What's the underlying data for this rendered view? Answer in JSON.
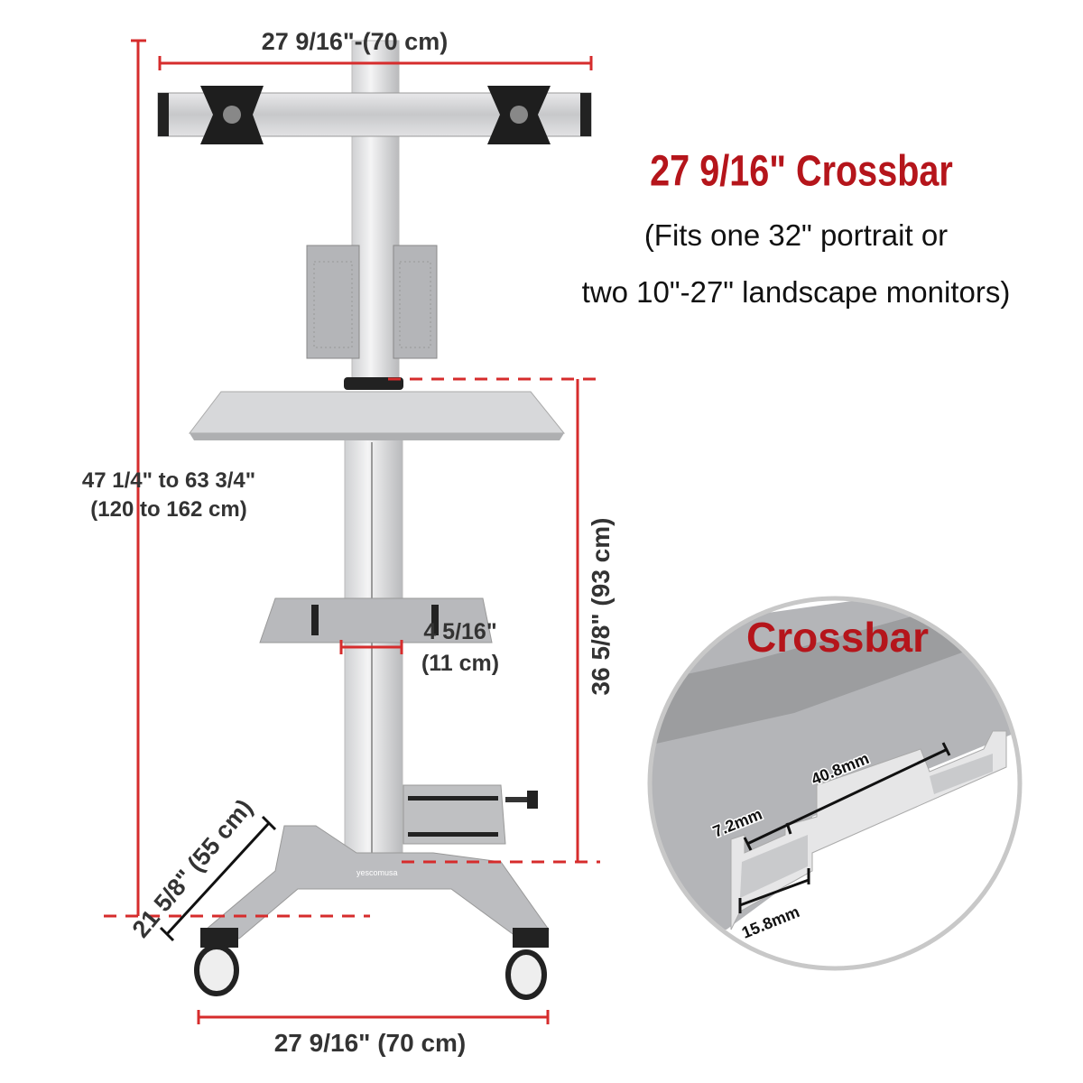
{
  "title": "27 9/16\" Crossbar",
  "subtitle_line1": "(Fits one 32\" portrait or",
  "subtitle_line2": "two 10\"-27\" landscape monitors)",
  "dimensions": {
    "crossbar_width": "27 9/16\"-(70 cm)",
    "total_height_line1": "47 1/4\" to 63 3/4\"",
    "total_height_line2": "(120 to 162 cm)",
    "desk_height": "36 5/8\" (93 cm)",
    "shelf_gap_line1": "4 5/16\"",
    "shelf_gap_line2": "(11 cm)",
    "base_depth": "21 5/8\" (55 cm)",
    "base_width": "27 9/16\" (70 cm)"
  },
  "inset": {
    "label": "Crossbar",
    "slot_opening": "7.2mm",
    "slot_spacing": "40.8mm",
    "slot_width": "15.8mm"
  },
  "brand_logo": "yescomusa",
  "colors": {
    "accent_red": "#d62c2c",
    "title_red": "#b5151b",
    "metal": "#c9cacc"
  }
}
